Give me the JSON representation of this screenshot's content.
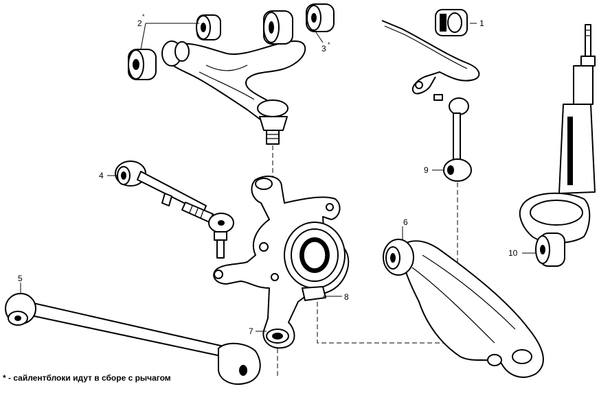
{
  "callouts": {
    "c1": "1",
    "c2": "2",
    "c2_mark": "*",
    "c3": "3",
    "c3_mark": "*",
    "c4": "4",
    "c5": "5",
    "c6": "6",
    "c7": "7",
    "c8": "8",
    "c9": "9",
    "c10": "10"
  },
  "footnote": "* - сайлентблоки идут в сборе с рычагом",
  "colors": {
    "ink": "#000000",
    "background": "#ffffff"
  }
}
